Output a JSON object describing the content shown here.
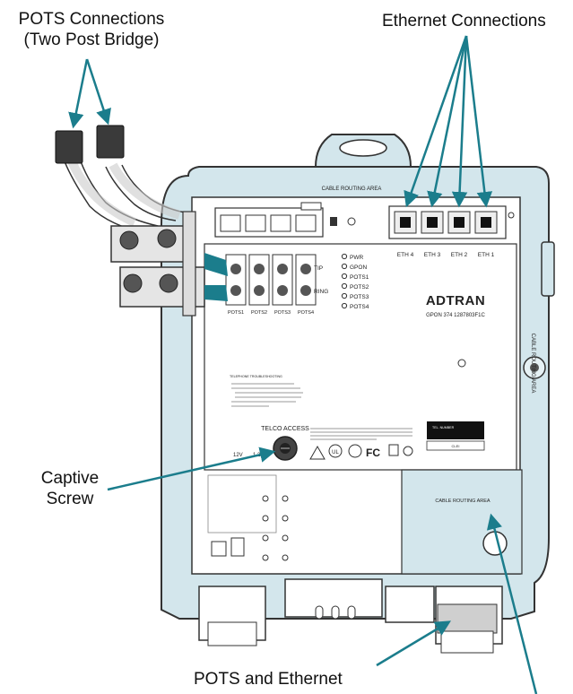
{
  "callouts": {
    "pots_connections_line1": "POTS Connections",
    "pots_connections_line2": "(Two Post Bridge)",
    "ethernet_connections": "Ethernet Connections",
    "captive_screw_line1": "Captive",
    "captive_screw_line2": "Screw",
    "pots_and_ethernet": "POTS and Ethernet"
  },
  "device": {
    "brand": "ADTRAN",
    "model": "GPON 374 1287803F1C",
    "cable_routing_top": "CABLE ROUTING AREA",
    "cable_routing_side": "CABLE ROUTING AREA",
    "cable_routing_lower": "CABLE ROUTING AREA",
    "telco_access": "TELCO ACCESS",
    "voltage_label": "12V",
    "current_label": "1.2A",
    "eth_ports": [
      "ETH 4",
      "ETH 3",
      "ETH 2",
      "ETH 1"
    ],
    "pots_ports": [
      "POTS1",
      "POTS2",
      "POTS3",
      "POTS4"
    ],
    "tip_label": "TIP",
    "ring_label": "RING",
    "leds": [
      "PWR",
      "GPON",
      "POTS1",
      "POTS2",
      "POTS3",
      "POTS4"
    ],
    "troubleshoot_title": "TELEPHONE TROUBLESHOOTING",
    "serial_label": "TEL. NUMBER",
    "clei_label": "CLEI"
  },
  "colors": {
    "accent_teal": "#1b7d8c",
    "housing_blue": "#d3e6ec",
    "outline": "#333333"
  },
  "icons": [
    "ethernet-jack-icon",
    "rj11-plug-icon",
    "fcc-mark-icon",
    "warning-triangle-icon",
    "ul-mark-icon",
    "ce-mark-icon"
  ]
}
